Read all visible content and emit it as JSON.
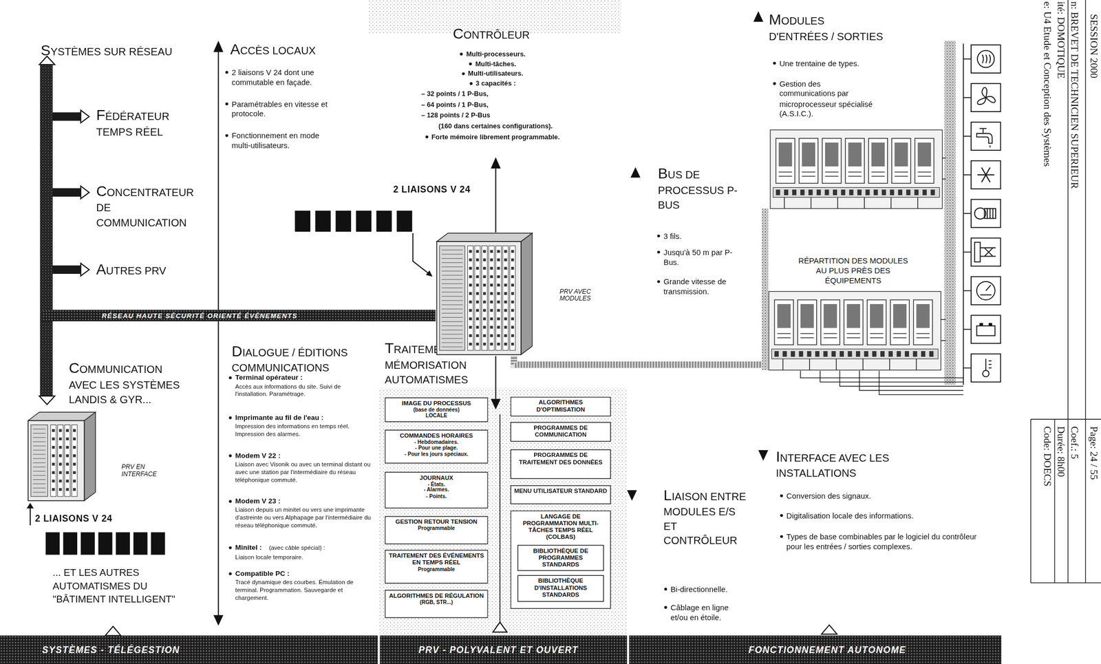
{
  "diagram": {
    "nodes": [
      {
        "text": [
          "RÉSEAU HAUTE SÉCURITÉ ORIENTÉ ÉVÉNEMENTS"
        ]
      },
      {
        "text": [
          "PRV AVEC MODULES"
        ]
      },
      {
        "text": [
          "PRV EN INTERFACE"
        ]
      },
      {
        "text": [
          "IMAGE DU PROCESSUS",
          "(base de données)",
          "LOCALE"
        ]
      },
      {
        "text": [
          "COMMANDES HORAIRES",
          "- Hebdomadaires.",
          "- Pour une plage.",
          "- Pour les jours spéciaux."
        ]
      },
      {
        "text": [
          "JOURNAUX",
          "- États.",
          "- Alarmes.",
          "- Points."
        ]
      },
      {
        "text": [
          "GESTION RETOUR TENSION",
          "Programmable"
        ]
      },
      {
        "text": [
          "TRAITEMENT DES ÉVÉNEMENTS EN TEMPS RÉEL",
          "Programmable"
        ]
      },
      {
        "text": [
          "ALGORITHMES DE RÉGULATION",
          "(RGB, STR...)"
        ]
      },
      {
        "text": [
          "ALGORITHMES D'OPTIMISATION"
        ]
      },
      {
        "text": [
          "PROGRAMMES DE COMMUNICATION"
        ]
      },
      {
        "text": [
          "PROGRAMMES DE TRAITEMENT DES DONNÉES"
        ]
      },
      {
        "text": [
          "MENU UTILISATEUR STANDARD"
        ]
      },
      {
        "text": [
          "LANGAGE DE PROGRAMMATION MULTI-TÂCHES TEMPS RÉEL (COLBAS)"
        ]
      },
      {
        "text": [
          "BIBLIOTHÈQUE DE PROGRAMMES STANDARDS"
        ],
        "in": 13
      },
      {
        "text": [
          "BIBLIOTHÈQUE D'INSTALLATIONS STANDARDS"
        ],
        "in": 13
      },
      {
        "text": [
          "RÉPARTITION DES MODULES AU PLUS PRÈS DES ÉQUIPEMENTS"
        ]
      },
      {
        "text": [
          "SYSTÈMES - TÉLÉGESTION"
        ]
      },
      {
        "text": [
          "PRV - POLYVALENT ET OUVERT"
        ]
      },
      {
        "text": [
          "FONCTIONNEMENT AUTONOME"
        ]
      }
    ],
    "edges": [
      {
        "from": 1,
        "to": 16,
        "arrow": "none"
      }
    ],
    "labels": [
      "SYSTÈMES SUR RÉSEAU",
      "FÉDÉRATEUR TEMPS RÉEL",
      "CONCENTRATEUR DE COMMUNICATION",
      "AUTRES PRV",
      "COMMUNICATION AVEC LES SYSTÈMES LANDIS & GYR...",
      "2 LIAISONS V 24",
      "... ET LES AUTRES AUTOMATISMES DU \"BÂTIMENT INTELLIGENT\"",
      "ACCÈS LOCAUX",
      "2 liaisons V 24 dont une commutable en façade.",
      "Paramétrables en vitesse et protocole.",
      "Fonctionnement en mode multi-utilisateurs.",
      "DIALOGUE / ÉDITIONS COMMUNICATIONS",
      "Terminal opérateur :",
      "Accès aux informations du site. Suivi de l'installation. Paramétrage.",
      "Imprimante au fil de l'eau :",
      "Impression des informations en temps réel. Impression des alarmes.",
      "Modem V 22 :",
      "Liaison avec Visonik ou avec un terminal distant ou avec une station par l'intermédiaire du réseau téléphonique commuté.",
      "Modem V 23 :",
      "Liaison depuis un minitel ou vers une imprimante d'astreinte ou vers Alphapage par l'intermédiaire du réseau téléphonique commuté.",
      "Minitel :",
      "(avec câble spécial) :",
      "Liaison locale temporaire.",
      "Compatible PC :",
      "Tracé dynamique des courbes. Émulation de terminal. Programmation. Sauvegarde et chargement.",
      "CONTRÔLEUR",
      "Multi-processeurs.",
      "Multi-tâches.",
      "Multi-utilisateurs.",
      "3 capacités :",
      "– 32 points / 1 P-Bus,",
      "– 64 points / 1 P-Bus,",
      "– 128 points / 2 P-Bus",
      "(160 dans certaines configurations).",
      "Forte mémoire librement programmable.",
      "2 LIAISONS V 24",
      "TRAITEMENT MÉMORISATION AUTOMATISMES",
      "BUS DE PROCESSUS P-BUS",
      "3 fils.",
      "Jusqu'à 50 m par P-Bus.",
      "Grande vitesse de transmission.",
      "MODULES D'ENTRÉES / SORTIES",
      "Une trentaine de types.",
      "Gestion des communications par microprocesseur spécialisé (A.S.I.C.).",
      "LIAISON ENTRE MODULES E/S ET CONTRÔLEUR",
      "Bi-directionnelle.",
      "Câblage en ligne et/ou en étoile.",
      "INTERFACE AVEC LES INSTALLATIONS",
      "Conversion des signaux.",
      "Digitalisation locale des informations.",
      "Types de base combinables par le logiciel du contrôleur pour les entrées / sorties complexes.",
      "SESSION 2000",
      "n: BREVET DE TECHNICIEN SUPERIEUR",
      "ité: DOMOTIQUE",
      "e: U4 Etude et Conception des Systèmes",
      "Page: 24 / 55",
      "Coef.: 5",
      "Durée: 8h00",
      "Code: DOECS"
    ]
  }
}
